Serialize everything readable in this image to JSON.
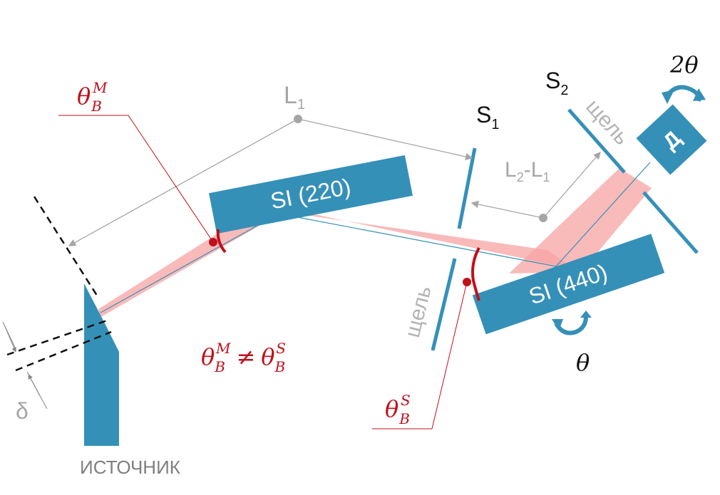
{
  "colors": {
    "blue": "#3590b8",
    "beam": "#f7a3a3",
    "red": "#c0101a",
    "gray": "#a6a6a6",
    "dark": "#222222"
  },
  "labels": {
    "crystal1": "SI (220)",
    "crystal2": "SI (440)",
    "detector": "Д",
    "source": "ИСТОЧНИК",
    "slit1_word": "щель",
    "slit2_word": "щель",
    "s1": "S",
    "s1_sub": "1",
    "s2": "S",
    "s2_sub": "2",
    "l1": "L",
    "l1_sub": "1",
    "l2": "L",
    "l2_sub": "2",
    "l2_mid": "-L",
    "l2_sub2": "1",
    "delta": "δ",
    "two_theta": "2θ",
    "theta": "θ",
    "theta_sym": "θ",
    "bragg_sub": "B",
    "mono_sup": "M",
    "sample_sup": "S",
    "neq": "≠"
  }
}
